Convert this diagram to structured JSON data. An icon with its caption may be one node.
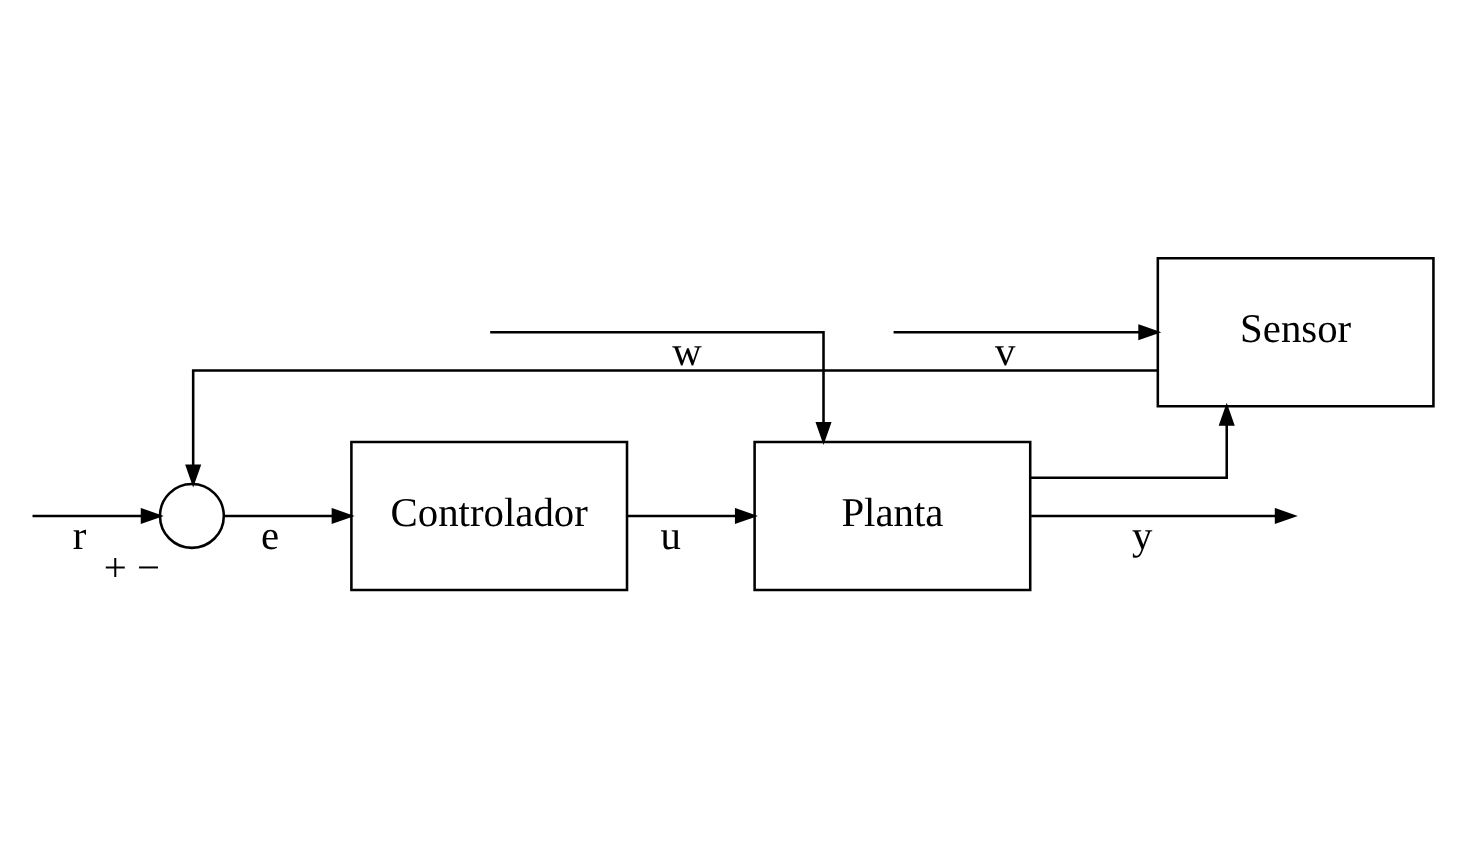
{
  "diagram": {
    "nodes": [
      {
        "text": [],
        "shape": "circle",
        "beside": [
          "+",
          "−"
        ]
      },
      {
        "text": [
          "Controlador"
        ]
      },
      {
        "text": [
          "Planta"
        ]
      },
      {
        "text": [
          "Sensor"
        ]
      }
    ],
    "edges": [
      {
        "from": null,
        "to": 0,
        "arrow": "to",
        "label": "r"
      },
      {
        "from": 0,
        "to": 1,
        "arrow": "to",
        "label": "e"
      },
      {
        "from": 1,
        "to": 2,
        "arrow": "to",
        "label": "u"
      },
      {
        "from": null,
        "to": 2,
        "arrow": "to",
        "label": "w"
      },
      {
        "from": 2,
        "to": null,
        "arrow": "to",
        "label": "y"
      },
      {
        "from": 2,
        "to": 3,
        "arrow": "to"
      },
      {
        "from": null,
        "to": 3,
        "arrow": "to",
        "label": "v"
      },
      {
        "from": 3,
        "to": 0,
        "arrow": "to"
      }
    ]
  }
}
